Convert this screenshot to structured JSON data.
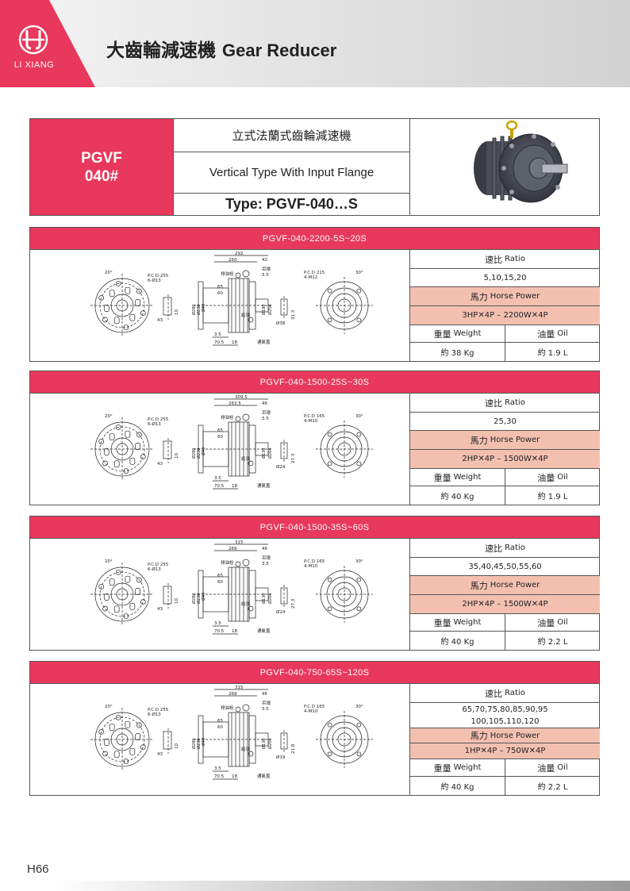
{
  "header": {
    "brand": "LI XIANG",
    "title_cn": "大齒輪減速機",
    "title_en": "Gear Reducer"
  },
  "product": {
    "model_line1": "PGVF",
    "model_line2": "040#",
    "name_cn": "立式法蘭式齒輪減速機",
    "name_en": "Vertical Type With Input Flange",
    "type_label": "Type: PGVF-040…S",
    "photo_icon": "gear-reducer-photo"
  },
  "labels": {
    "ratio_cn": "速比",
    "ratio_en": "Ratio",
    "hp_cn": "馬力",
    "hp_en": "Horse Power",
    "weight_cn": "重量",
    "weight_en": "Weight",
    "oil_cn": "油量",
    "oil_en": "Oil"
  },
  "specs": [
    {
      "title": "PGVF-040-2200-5S~20S",
      "ratio": "5,10,15,20",
      "power": "3HP✕4P – 2200W✕4P",
      "weight": "約 38 Kg",
      "oil": "約 1.9 L",
      "drawing": {
        "pcd_left": "P.C.D 255",
        "holes_left": "6-Ø13",
        "angle_left": "20°",
        "len_total": "292",
        "len_body": "250",
        "len_end": "42",
        "pcd_right": "P.C.D 215",
        "holes_right": "4-M12",
        "angle_right": "30°",
        "dim_a": "65",
        "dim_b": "60",
        "dim_c": "3.5",
        "dim_d": "70.5",
        "dim_e": "18",
        "dim_f": "43",
        "dim_g": "10",
        "dim_h": "31.3",
        "dim_i": "Ø38",
        "dia_1": "Ø280",
        "dia_2": "Ø230",
        "dia_3": "Ø40",
        "dia_4": "Ø180",
        "dia_5": "Ø250",
        "note_lift": "吊環",
        "note_fill": "排油栓",
        "note_oil": "給油",
        "note_vent": "通氣蓋"
      }
    },
    {
      "title": "PGVF-040-1500-25S~30S",
      "ratio": "25,30",
      "power": "2HP✕4P – 1500W✕4P",
      "weight": "約 40 Kg",
      "oil": "約 1.9 L",
      "drawing": {
        "pcd_left": "P.C.D 255",
        "holes_left": "6-Ø13",
        "angle_left": "20°",
        "len_total": "309.5",
        "len_body": "263.5",
        "len_end": "46",
        "pcd_right": "P.C.D 165",
        "holes_right": "4-M10",
        "angle_right": "30°",
        "dim_a": "65",
        "dim_b": "60",
        "dim_c": "3.5",
        "dim_d": "70.5",
        "dim_e": "18",
        "dim_f": "43",
        "dim_g": "10",
        "dim_h": "27.3",
        "dim_i": "Ø24",
        "dia_1": "Ø280",
        "dia_2": "Ø230",
        "dia_3": "Ø40",
        "dia_4": "Ø130",
        "dia_5": "Ø204",
        "note_lift": "吊環",
        "note_fill": "排油栓",
        "note_oil": "給油",
        "note_vent": "通氣蓋"
      }
    },
    {
      "title": "PGVF-040-1500-35S~60S",
      "ratio": "35,40,45,50,55,60",
      "power": "2HP✕4P – 1500W✕4P",
      "weight": "約 40 Kg",
      "oil": "約 2.2 L",
      "drawing": {
        "pcd_left": "P.C.D 255",
        "holes_left": "6-Ø13",
        "angle_left": "20°",
        "len_total": "315",
        "len_body": "269",
        "len_end": "46",
        "pcd_right": "P.C.D 165",
        "holes_right": "4-M10",
        "angle_right": "30°",
        "dim_a": "65",
        "dim_b": "60",
        "dim_c": "3.5",
        "dim_d": "70.5",
        "dim_e": "18",
        "dim_f": "43",
        "dim_g": "10",
        "dim_h": "27.3",
        "dim_i": "Ø24",
        "dia_1": "Ø280",
        "dia_2": "Ø230",
        "dia_3": "Ø40",
        "dia_4": "Ø130",
        "dia_5": "Ø204",
        "note_lift": "吊環",
        "note_fill": "排油栓",
        "note_oil": "給油",
        "note_vent": "通氣蓋"
      }
    },
    {
      "title": "PGVF-040-750-65S~120S",
      "ratio_line1": "65,70,75,80,85,90,95",
      "ratio_line2": "100,105,110,120",
      "power": "1HP✕4P – 750W✕4P",
      "weight": "約 40 Kg",
      "oil": "約 2.2 L",
      "drawing": {
        "pcd_left": "P.C.D 255",
        "holes_left": "6-Ø13",
        "angle_left": "20°",
        "len_total": "315",
        "len_body": "269",
        "len_end": "46",
        "pcd_right": "P.C.D 165",
        "holes_right": "4-M10",
        "angle_right": "30°",
        "dim_a": "65",
        "dim_b": "60",
        "dim_c": "3.5",
        "dim_d": "70.5",
        "dim_e": "18",
        "dim_f": "43",
        "dim_g": "10",
        "dim_h": "21.8",
        "dim_i": "Ø19",
        "dia_1": "Ø280",
        "dia_2": "Ø230",
        "dia_3": "Ø40",
        "dia_4": "Ø130",
        "dia_5": "Ø204",
        "note_lift": "吊環",
        "note_fill": "排油栓",
        "note_oil": "給油",
        "note_vent": "通氣蓋"
      }
    }
  ],
  "footer": {
    "page": "H66"
  },
  "colors": {
    "accent": "#e8385b",
    "highlight": "#f3c0b0"
  }
}
